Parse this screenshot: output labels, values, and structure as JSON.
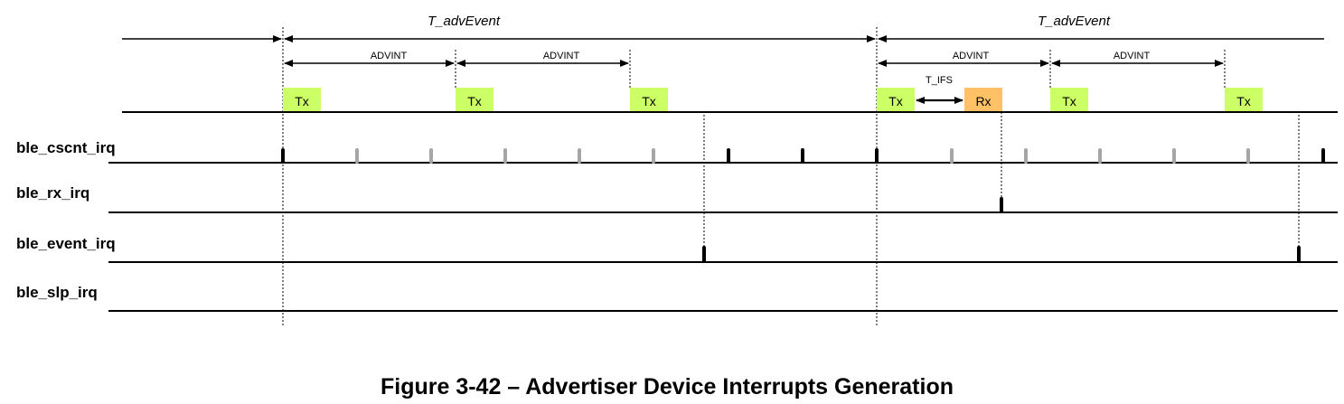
{
  "diagram": {
    "colors": {
      "tx_box": "#ccff66",
      "rx_box": "#ffc166",
      "pulse_active": "#000000",
      "pulse_inactive": "#a6a6a6"
    },
    "labels": {
      "t_adv_event_1": "T_advEvent",
      "t_adv_event_2": "T_advEvent",
      "advint": [
        "ADVINT",
        "ADVINT",
        "ADVINT",
        "ADVINT"
      ],
      "t_ifs": "T_IFS"
    },
    "boxes": [
      {
        "kind": "tx",
        "text": "Tx"
      },
      {
        "kind": "tx",
        "text": "Tx"
      },
      {
        "kind": "tx",
        "text": "Tx"
      },
      {
        "kind": "tx",
        "text": "Tx"
      },
      {
        "kind": "rx",
        "text": "Rx"
      },
      {
        "kind": "tx",
        "text": "Tx"
      },
      {
        "kind": "tx",
        "text": "Tx"
      }
    ],
    "signals": [
      {
        "name": "ble_cscnt_irq"
      },
      {
        "name": "ble_rx_irq"
      },
      {
        "name": "ble_event_irq"
      },
      {
        "name": "ble_slp_irq"
      }
    ],
    "caption": "Figure 3-42 – Advertiser Device Interrupts Generation"
  }
}
